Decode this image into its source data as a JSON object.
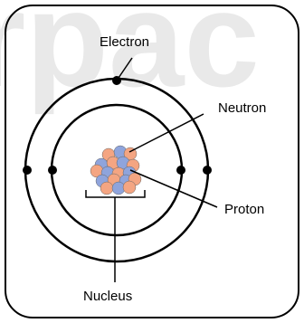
{
  "watermark": "rpac",
  "labels": {
    "electron": "Electron",
    "neutron": "Neutron",
    "proton": "Proton",
    "nucleus": "Nucleus"
  },
  "colors": {
    "stroke": "#000000",
    "proton": "#8fa4dc",
    "neutron": "#f4a582",
    "watermark": "#e9e9e9"
  },
  "atom": {
    "electron_shells": 2,
    "electrons": 5,
    "nucleus_particles": 18
  }
}
